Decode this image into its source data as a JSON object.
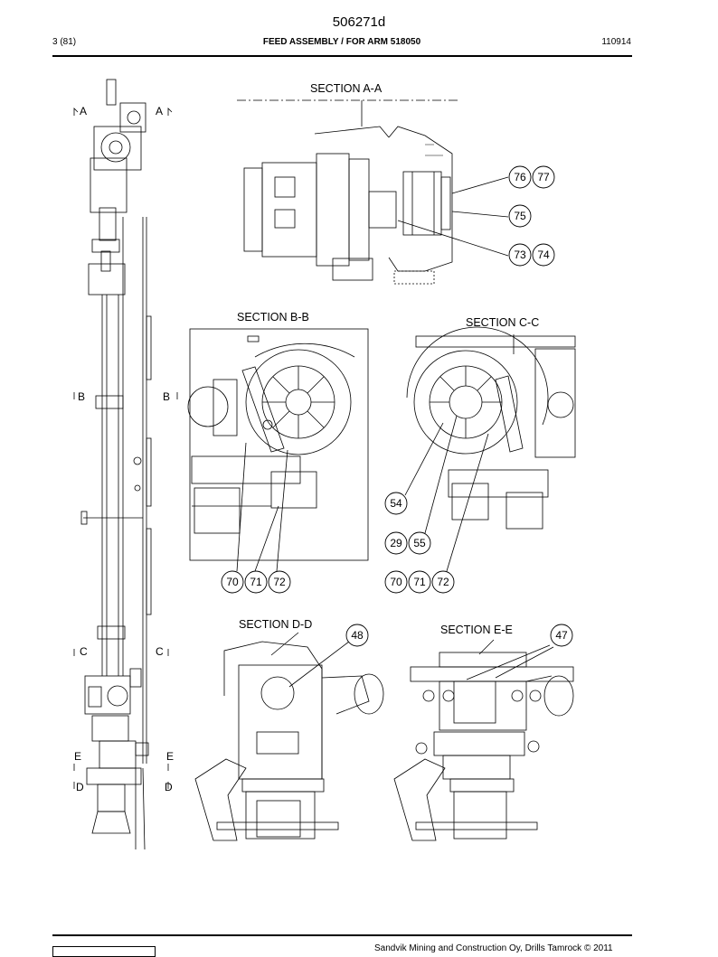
{
  "header": {
    "doc_number": "506271d",
    "page": "3 (81)",
    "title": "FEED ASSEMBLY / FOR ARM 518050",
    "code": "110914"
  },
  "sections": {
    "aa": "SECTION  A-A",
    "bb": "SECTION  B-B",
    "cc": "SECTION  C-C",
    "dd": "SECTION  D-D",
    "ee": "SECTION  E-E"
  },
  "cut_marks": {
    "a": "A",
    "b": "B",
    "c": "C",
    "d": "D",
    "e": "E"
  },
  "callouts": {
    "aa": [
      "76",
      "77",
      "75",
      "73",
      "74"
    ],
    "bb": [
      "70",
      "71",
      "72"
    ],
    "cc": [
      "54",
      "29",
      "55",
      "70",
      "71",
      "72"
    ],
    "dd": [
      "48"
    ],
    "ee": [
      "47"
    ]
  },
  "footer": {
    "copyright": "Sandvik Mining and Construction Oy, Drills Tamrock © 2011"
  }
}
